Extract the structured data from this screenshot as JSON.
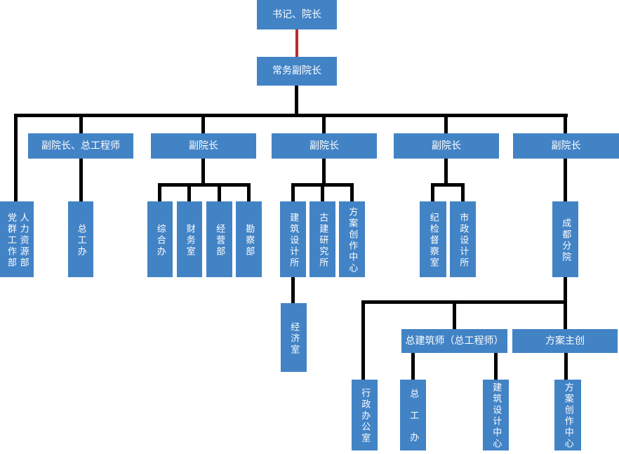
{
  "diagram": {
    "type": "org-chart",
    "colors": {
      "box_fill": "#4283C6",
      "connector": "#000000",
      "highlight_connector": "#C0272B",
      "text": "#FFFFFF",
      "background": "#FFFFFF"
    },
    "nodes": {
      "secretary_president": "书记、院长",
      "executive_vp": "常务副院长",
      "vp_chief_engineer": "副院长、总工程师",
      "vp_2": "副院长",
      "vp_3": "副院长",
      "vp_4": "副院长",
      "vp_5": "副院长",
      "party_mass_dept": "党群工作部",
      "hr_dept": "人力资源部",
      "chief_engineer_office": "总工办",
      "general_office": "综合办",
      "finance_office": "财务室",
      "operations_dept": "经营部",
      "survey_dept": "勘察部",
      "arch_design_institute": "建筑设计所",
      "ancient_arch_institute": "古建研究所",
      "scheme_creation_center": "方案创作中心",
      "discipline_inspection_office": "纪检督察室",
      "municipal_design_institute": "市政设计所",
      "chengdu_branch": "成都分院",
      "economy_office": "经济室",
      "chief_architect": "总建筑师（总工程师）",
      "scheme_lead": "方案主创",
      "admin_office": "行政办公室",
      "chief_engineer_office_branch": "总工办",
      "arch_design_center": "建筑设计中心",
      "scheme_creation_center_branch": "方案创作中心"
    },
    "edges": [
      {
        "from": "secretary_president",
        "to": "executive_vp",
        "style": "red"
      },
      {
        "from": "executive_vp",
        "to": "party_mass_dept_hr_dept"
      },
      {
        "from": "executive_vp",
        "to": "vp_chief_engineer"
      },
      {
        "from": "executive_vp",
        "to": "vp_2"
      },
      {
        "from": "executive_vp",
        "to": "vp_3"
      },
      {
        "from": "executive_vp",
        "to": "vp_4"
      },
      {
        "from": "executive_vp",
        "to": "vp_5"
      },
      {
        "from": "vp_chief_engineer",
        "to": "chief_engineer_office"
      },
      {
        "from": "vp_2",
        "to": "general_office"
      },
      {
        "from": "vp_2",
        "to": "finance_office"
      },
      {
        "from": "vp_2",
        "to": "operations_dept"
      },
      {
        "from": "vp_2",
        "to": "survey_dept"
      },
      {
        "from": "vp_3",
        "to": "arch_design_institute"
      },
      {
        "from": "vp_3",
        "to": "ancient_arch_institute"
      },
      {
        "from": "vp_3",
        "to": "scheme_creation_center"
      },
      {
        "from": "arch_design_institute",
        "to": "economy_office"
      },
      {
        "from": "vp_4",
        "to": "discipline_inspection_office"
      },
      {
        "from": "vp_4",
        "to": "municipal_design_institute"
      },
      {
        "from": "vp_5",
        "to": "chengdu_branch"
      },
      {
        "from": "chengdu_branch",
        "to": "admin_office"
      },
      {
        "from": "chengdu_branch",
        "to": "chief_architect"
      },
      {
        "from": "chengdu_branch",
        "to": "scheme_lead"
      },
      {
        "from": "chief_architect",
        "to": "chief_engineer_office_branch"
      },
      {
        "from": "chief_architect",
        "to": "arch_design_center"
      },
      {
        "from": "scheme_lead",
        "to": "scheme_creation_center_branch"
      }
    ]
  }
}
